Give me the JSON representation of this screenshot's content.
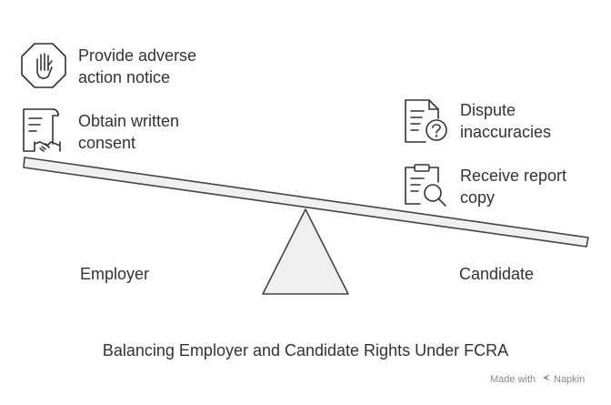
{
  "employer_items": [
    {
      "line1": "Provide adverse",
      "line2": "action notice",
      "icon": "stop-hand-icon"
    },
    {
      "line1": "Obtain written",
      "line2": "consent",
      "icon": "signed-document-icon"
    }
  ],
  "candidate_items": [
    {
      "line1": "Dispute",
      "line2": "inaccuracies",
      "icon": "document-question-icon"
    },
    {
      "line1": "Receive report",
      "line2": "copy",
      "icon": "clipboard-search-icon"
    }
  ],
  "sides": {
    "left": "Employer",
    "right": "Candidate"
  },
  "caption": "Balancing Employer and Candidate Rights Under FCRA",
  "brand": {
    "prefix": "Made with",
    "name": "Napkin"
  },
  "colors": {
    "ink": "#333333",
    "beam_fill": "#f0f0f0",
    "fulcrum_fill": "#efefef",
    "brand_text": "#888888"
  }
}
